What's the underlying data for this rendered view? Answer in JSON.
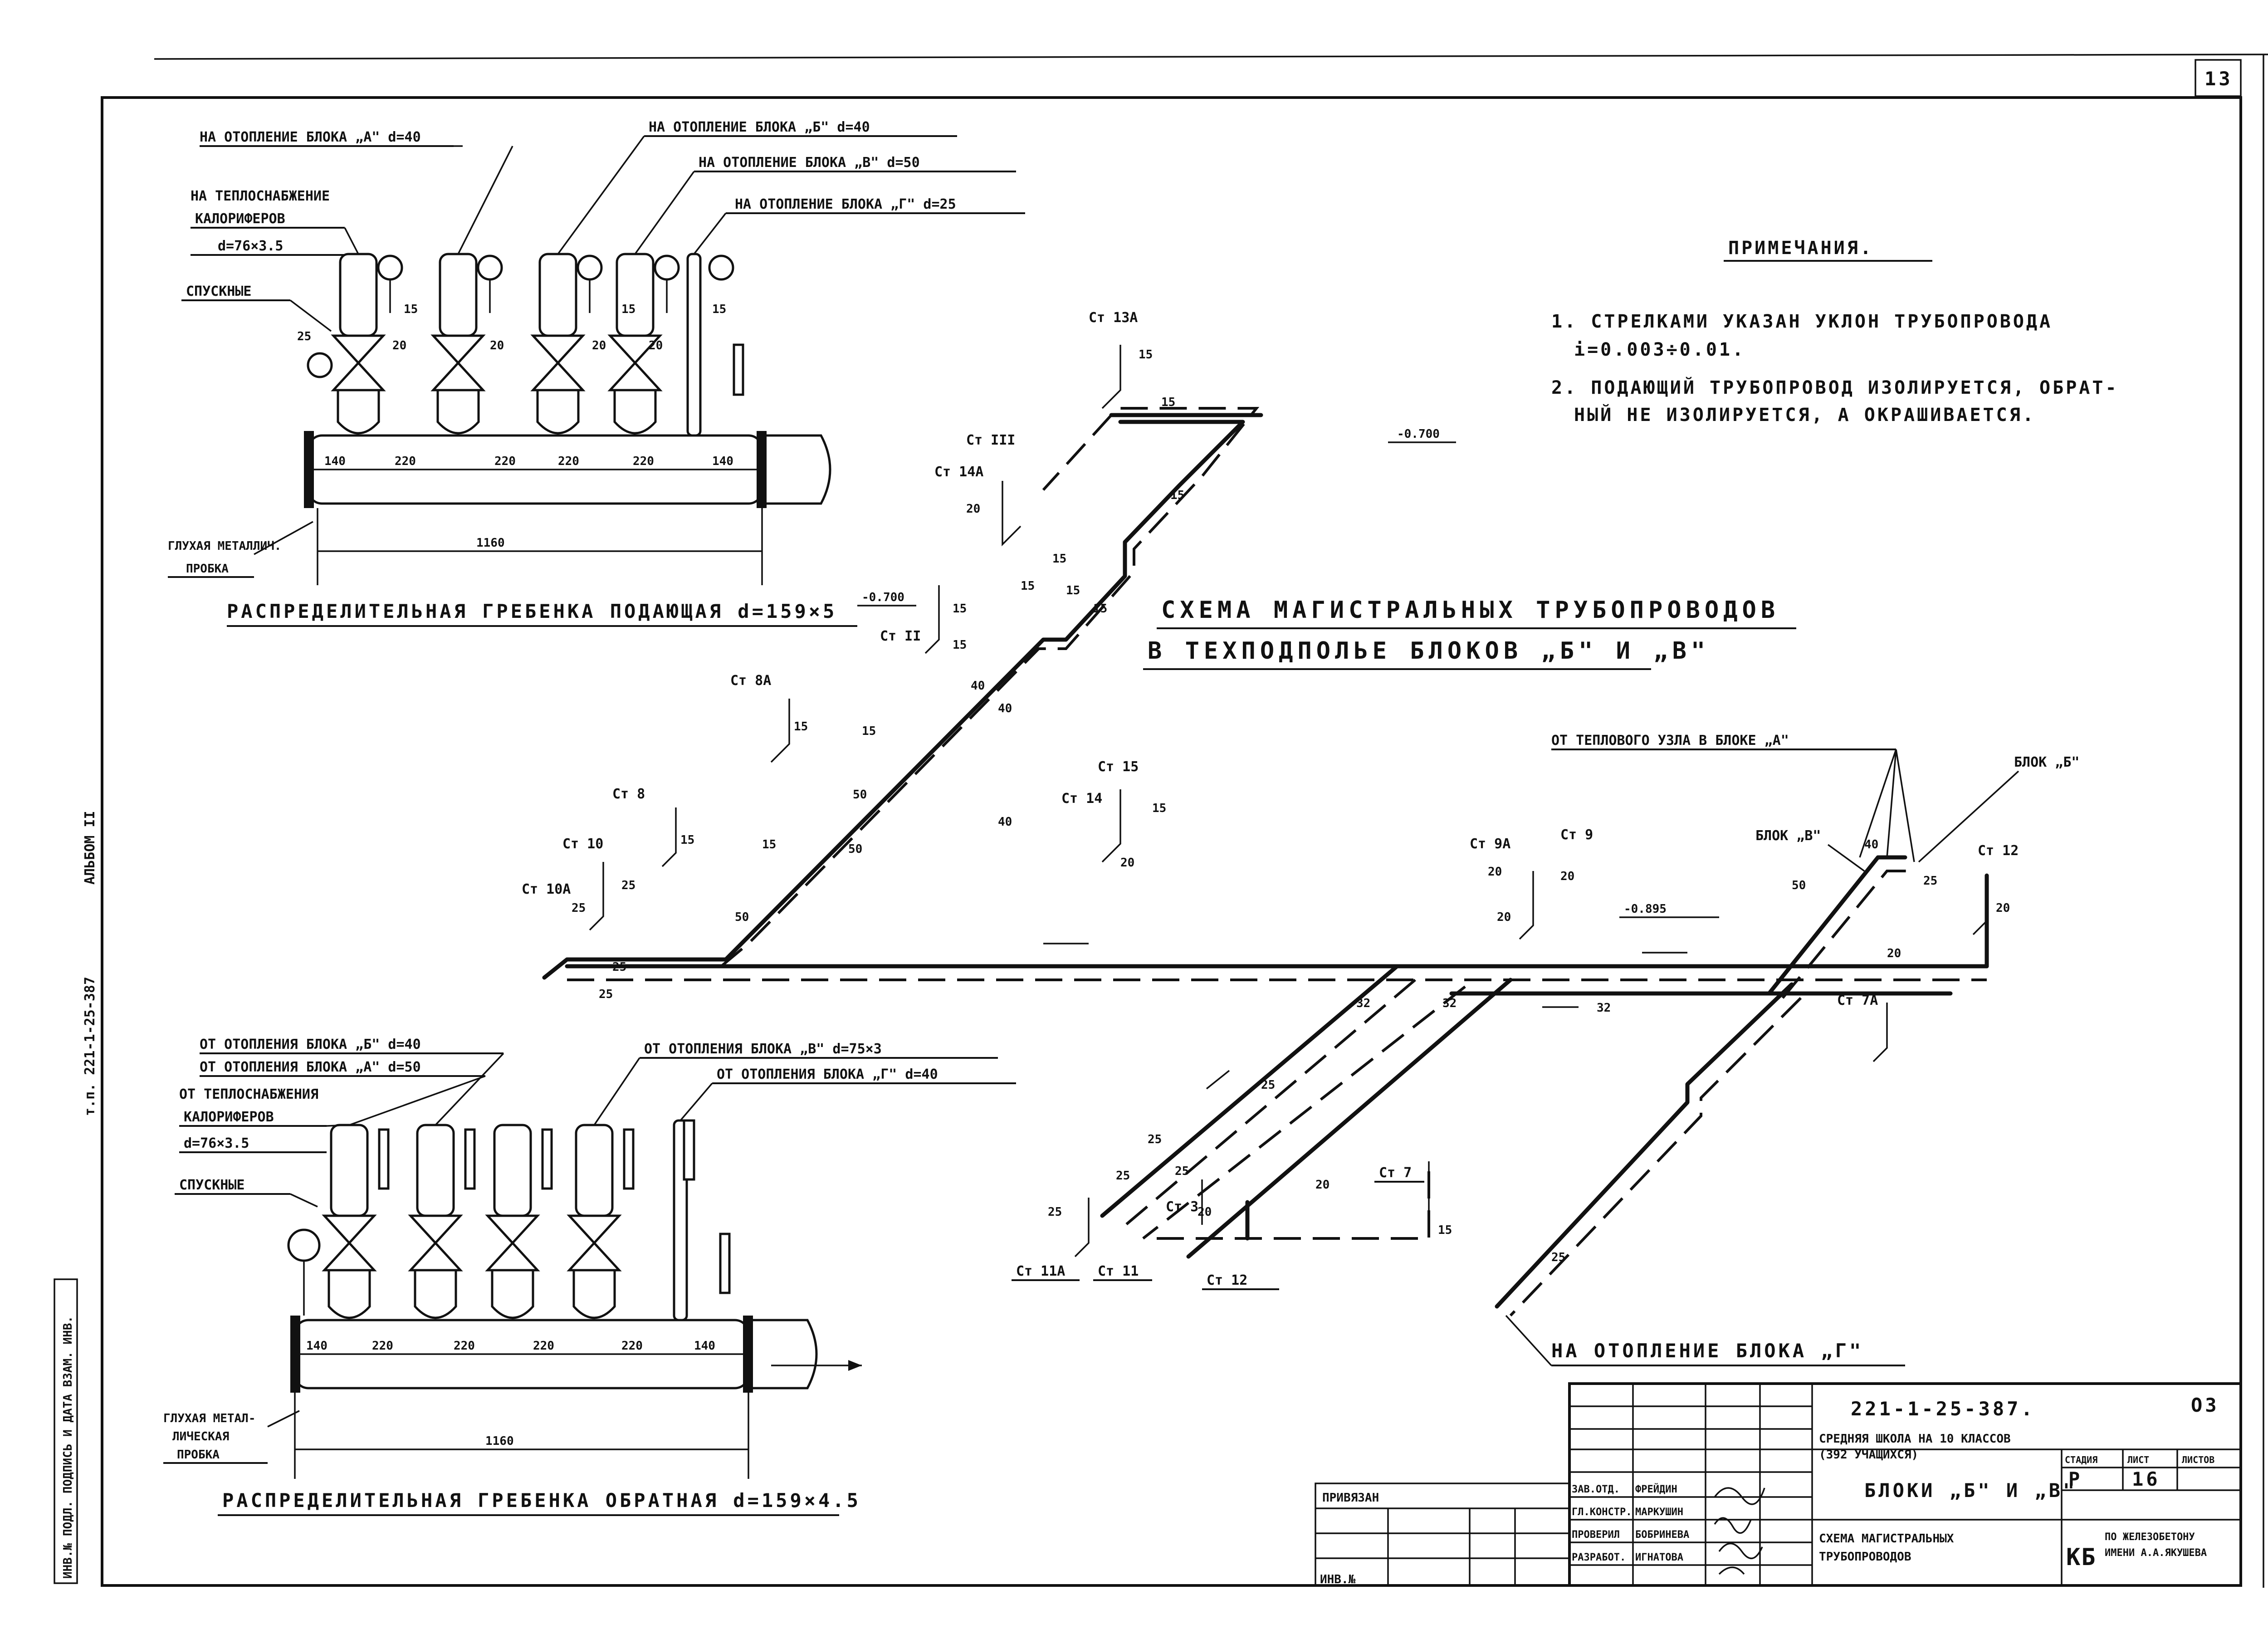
{
  "sheet": {
    "left_edge_code": "т.п. 221-1-25-387",
    "left_edge_album": "АЛЬБОМ II",
    "corner_number": "13",
    "stamp_column": "ИНВ.№ ПОДЛ. ПОДПИСЬ И ДАТА ВЗАМ. ИНВ."
  },
  "supply_manifold": {
    "title": "РАСПРЕДЕЛИТЕЛЬНАЯ ГРЕБЕНКА ПОДАЮЩАЯ d=159×5",
    "labels": [
      "НА ОТОПЛЕНИЕ БЛОКА „А\" d=40",
      "НА ОТОПЛЕНИЕ БЛОКА „Б\" d=40",
      "НА ОТОПЛЕНИЕ БЛОКА „В\" d=50",
      "НА ОТОПЛЕНИЕ БЛОКА „Г\" d=25",
      "НА ТЕПЛОСНАБЖЕНИЕ",
      "КАЛОРИФЕРОВ",
      "d=76×3.5",
      "СПУСКНЫЕ",
      "ГЛУХАЯ МЕТАЛЛИЧ.",
      "ПРОБКА"
    ],
    "dims": [
      "140",
      "220",
      "220",
      "220",
      "220",
      "140"
    ],
    "total": "1160",
    "small": [
      "15",
      "20",
      "20",
      "20",
      "20",
      "15",
      "15",
      "25"
    ]
  },
  "return_manifold": {
    "title": "РАСПРЕДЕЛИТЕЛЬНАЯ ГРЕБЕНКА ОБРАТНАЯ d=159×4.5",
    "labels": [
      "ОТ ОТОПЛЕНИЯ БЛОКА „Б\" d=40",
      "ОТ ОТОПЛЕНИЯ БЛОКА „А\" d=50",
      "ОТ ОТОПЛЕНИЯ БЛОКА „В\" d=75×3",
      "ОТ ОТОПЛЕНИЯ БЛОКА „Г\" d=40",
      "ОТ ТЕПЛОСНАБЖЕНИЯ",
      "КАЛОРИФЕРОВ",
      "d=76×3.5",
      "СПУСКНЫЕ",
      "ГЛУХАЯ МЕТАЛ-",
      "ЛИЧЕСКАЯ",
      "ПРОБКА"
    ],
    "dims": [
      "140",
      "220",
      "220",
      "220",
      "220",
      "140"
    ],
    "total": "1160"
  },
  "notes": {
    "title": "ПРИМЕЧАНИЯ.",
    "items": [
      "1. СТРЕЛКАМИ УКАЗАН УКЛОН ТРУБОПРОВОДА",
      "i=0.003÷0.01.",
      "2. ПОДАЮЩИЙ ТРУБОПРОВОД ИЗОЛИРУЕТСЯ, ОБРАТ-",
      "НЫЙ НЕ ИЗОЛИРУЕТСЯ, А ОКРАШИВАЕТСЯ."
    ]
  },
  "scheme": {
    "title_line1": "СХЕМА МАГИСТРАЛЬНЫХ ТРУБОПРОВОДОВ",
    "title_line2": "В ТЕХПОДПОЛЬЕ БЛОКОВ „Б\" И „В\"",
    "from_node": "ОТ ТЕПЛОВОГО УЗЛА В БЛОКЕ „А\"",
    "block_b": "БЛОК „Б\"",
    "block_v": "БЛОК „В\"",
    "to_block_g": "НА ОТОПЛЕНИЕ БЛОКА „Г\"",
    "levels": [
      "-0.700",
      "-0.700",
      "-0.895"
    ],
    "risers": [
      "Ст 13А",
      "Ст III",
      "Ст 14А",
      "Ст II",
      "Ст 8А",
      "Ст 8",
      "Ст 10",
      "Ст 10А",
      "Ст 15",
      "Ст 14",
      "Ст 9А",
      "Ст 9",
      "Ст 12",
      "Ст 7А",
      "Ст 7",
      "Ст 11А",
      "Ст 11",
      "Ст 12",
      "Ст 3"
    ],
    "diameters": [
      "15",
      "15",
      "15",
      "15",
      "15",
      "15",
      "15",
      "15",
      "15",
      "15",
      "15",
      "15",
      "15",
      "15",
      "15",
      "20",
      "20",
      "20",
      "20",
      "20",
      "20",
      "20",
      "20",
      "20",
      "25",
      "25",
      "25",
      "25",
      "25",
      "25",
      "25",
      "25",
      "25",
      "25",
      "25",
      "32",
      "32",
      "32",
      "40",
      "40",
      "40",
      "40",
      "50",
      "50",
      "50",
      "50"
    ]
  },
  "title_block": {
    "code": "221-1-25-387.",
    "sheet_code": "ОЗ",
    "project": "СРЕДНЯЯ ШКОЛА НА 10 КЛАССОВ",
    "project2": "(392 УЧАЩИХСЯ)",
    "part": "БЛОКИ „Б\" И „В\"",
    "drawing": "СХЕМА МАГИСТРАЛЬНЫХ",
    "drawing2": "ТРУБОПРОВОДОВ",
    "stage_label": "СТАДИЯ",
    "sheet_label": "ЛИСТ",
    "sheets_label": "ЛИСТОВ",
    "stage": "Р",
    "sheet": "16",
    "org": "КБ",
    "org_name1": "ПО ЖЕЛЕЗОБЕТОНУ",
    "org_name2": "ИМЕНИ А.А.ЯКУШЕВА",
    "attached": "ПРИВЯЗАН",
    "inv": "ИНВ.№",
    "roles": [
      "ЗАВ.ОТД.",
      "ГЛ.КОНСТР.",
      "ПРОВЕРИЛ",
      "РАЗРАБОТ."
    ],
    "names": [
      "ФРЕЙДИН",
      "МАРКУШИН",
      "БОБРИНЕВА",
      "ИГНАТОВА"
    ]
  }
}
